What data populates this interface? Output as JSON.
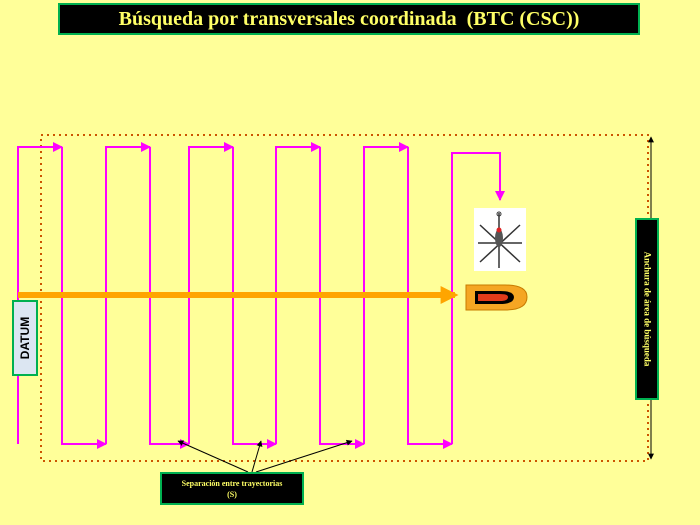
{
  "title": "Búsqueda por transversales coordinada  (BTC (CSC))",
  "labels": {
    "datum": "DATUM",
    "area_width": "Anchura  de  área de búsqueda",
    "track_spacing_line1": "Separación entre trayectorias",
    "track_spacing_line2": "(S)"
  },
  "colors": {
    "background": "#ffff99",
    "search_track": "#ff00ff",
    "ship_course": "#ffa500",
    "search_area_border": "#cc5500",
    "label_box_border": "#00b050",
    "label_text": "#ffff66"
  },
  "icons": {
    "aircraft": "helicopter-icon",
    "vessel": "ship-icon"
  }
}
